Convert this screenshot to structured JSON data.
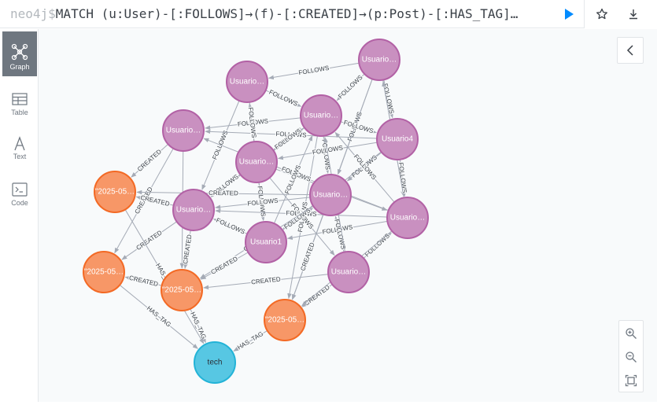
{
  "editor": {
    "prompt": "neo4j$",
    "query": "MATCH (u:User)-[:FOLLOWS]→(f)-[:CREATED]→(p:Post)-[:HAS_TAG]→(t:Tag)"
  },
  "toolbar": {
    "run_icon": "play-icon",
    "favorite_icon": "star-icon",
    "download_icon": "download-icon"
  },
  "sidebar": {
    "items": [
      {
        "label": "Graph",
        "icon": "graph-icon",
        "active": true
      },
      {
        "label": "Table",
        "icon": "table-icon",
        "active": false
      },
      {
        "label": "Text",
        "icon": "text-icon",
        "active": false
      },
      {
        "label": "Code",
        "icon": "code-icon",
        "active": false
      }
    ]
  },
  "colors": {
    "user_node": "#c990c0",
    "user_node_border": "#b261a5",
    "post_node": "#f79767",
    "post_node_border": "#f36924",
    "tag_node": "#57c7e3",
    "tag_node_border": "#23b3d7",
    "edge": "#a5abb6",
    "edge_label": "#3b4148",
    "active_sidebar": "#6f7780"
  },
  "graph": {
    "nodes": [
      {
        "id": "u_top",
        "type": "user",
        "caption": "Usuario…"
      },
      {
        "id": "u_a",
        "type": "user",
        "caption": "Usuario…"
      },
      {
        "id": "u_b",
        "type": "user",
        "caption": "Usuario…"
      },
      {
        "id": "u_c",
        "type": "user",
        "caption": "Usuario…"
      },
      {
        "id": "u4",
        "type": "user",
        "caption": "Usuario4"
      },
      {
        "id": "u_d",
        "type": "user",
        "caption": "Usuario…"
      },
      {
        "id": "u_e",
        "type": "user",
        "caption": "Usuario…"
      },
      {
        "id": "u_f",
        "type": "user",
        "caption": "Usuario…"
      },
      {
        "id": "u1",
        "type": "user",
        "caption": "Usuario1"
      },
      {
        "id": "u_g",
        "type": "user",
        "caption": "Usuario…"
      },
      {
        "id": "u_h",
        "type": "user",
        "caption": "Usuario…"
      },
      {
        "id": "p1",
        "type": "post",
        "caption": "\"2025-05…"
      },
      {
        "id": "p2",
        "type": "post",
        "caption": "\"2025-05…"
      },
      {
        "id": "p3",
        "type": "post",
        "caption": "\"2025-05…"
      },
      {
        "id": "p4",
        "type": "post",
        "caption": "\"2025-05…"
      },
      {
        "id": "tech",
        "type": "tag",
        "caption": "tech"
      }
    ],
    "edges": [
      {
        "from": "u_top",
        "to": "u_a",
        "type": "FOLLOWS"
      },
      {
        "from": "u_top",
        "to": "u_c",
        "type": "FOLLOWS"
      },
      {
        "from": "u_top",
        "to": "u4",
        "type": "FOLLOWS"
      },
      {
        "from": "u_top",
        "to": "u_f",
        "type": "FOLLOWS"
      },
      {
        "from": "u_top",
        "to": "u_g",
        "type": "FOLLOWS"
      },
      {
        "from": "u_top",
        "to": "p4",
        "type": "FOLLOWS"
      },
      {
        "from": "u_a",
        "to": "u_c",
        "type": "FOLLOWS"
      },
      {
        "from": "u_a",
        "to": "u_e",
        "type": "FOLLOWS"
      },
      {
        "from": "u_a",
        "to": "u1",
        "type": "FOLLOWS"
      },
      {
        "from": "u_c",
        "to": "u_b",
        "type": "FOLLOWS"
      },
      {
        "from": "u_c",
        "to": "u4",
        "type": "FOLLOWS"
      },
      {
        "from": "u_c",
        "to": "u_d",
        "type": "FOLLOWS"
      },
      {
        "from": "u_c",
        "to": "u_e",
        "type": "FOLLOWS"
      },
      {
        "from": "u_c",
        "to": "p4",
        "type": "FOLLOWS"
      },
      {
        "from": "u_c",
        "to": "u_f",
        "type": "FOLLOWS"
      },
      {
        "from": "u4",
        "to": "u_b",
        "type": "FOLLOWS"
      },
      {
        "from": "u4",
        "to": "u_d",
        "type": "FOLLOWS"
      },
      {
        "from": "u4",
        "to": "u_f",
        "type": "FOLLOWS"
      },
      {
        "from": "u4",
        "to": "u_g",
        "type": "FOLLOWS"
      },
      {
        "from": "u4",
        "to": "u1",
        "type": "FOLLOWS"
      },
      {
        "from": "u_d",
        "to": "u_e",
        "type": "FOLLOWS"
      },
      {
        "from": "u_d",
        "to": "u_c",
        "type": "FOLLOWS"
      },
      {
        "from": "u_d",
        "to": "u_g",
        "type": "FOLLOWS"
      },
      {
        "from": "u_d",
        "to": "u_h",
        "type": "FOLLOWS"
      },
      {
        "from": "u_d",
        "to": "u1",
        "type": "FOLLOWS"
      },
      {
        "from": "u_d",
        "to": "u_a",
        "type": "FOLLOWS"
      },
      {
        "from": "u_g",
        "to": "u1",
        "type": "FOLLOWS"
      },
      {
        "from": "u_g",
        "to": "u_b",
        "type": "FOLLOWS"
      },
      {
        "from": "u_g",
        "to": "u_e",
        "type": "FOLLOWS"
      },
      {
        "from": "u_g",
        "to": "u_top",
        "type": "FOLLOWS"
      },
      {
        "from": "u_g",
        "to": "u_c",
        "type": "FOLLOWS"
      },
      {
        "from": "u1",
        "to": "u_f",
        "type": "FOLLOWS"
      },
      {
        "from": "u1",
        "to": "u_e",
        "type": "FOLLOWS"
      },
      {
        "from": "u1",
        "to": "u_c",
        "type": "FOLLOWS"
      },
      {
        "from": "u_h",
        "to": "u_f",
        "type": "FOLLOWS"
      },
      {
        "from": "u_h",
        "to": "u_c",
        "type": "FOLLOWS"
      },
      {
        "from": "u_h",
        "to": "u_g",
        "type": "FOLLOWS"
      },
      {
        "from": "u_f",
        "to": "u_e",
        "type": "FOLLOWS"
      },
      {
        "from": "u_b",
        "to": "p1",
        "type": "CREATED"
      },
      {
        "from": "u_b",
        "to": "p2",
        "type": "CREATED"
      },
      {
        "from": "u_b",
        "to": "p3",
        "type": "CREATED"
      },
      {
        "from": "u_e",
        "to": "p1",
        "type": "CREATED"
      },
      {
        "from": "u_e",
        "to": "p2",
        "type": "CREATED"
      },
      {
        "from": "u_e",
        "to": "p3",
        "type": "CREATED"
      },
      {
        "from": "u_f",
        "to": "p3",
        "type": "CREATED"
      },
      {
        "from": "u_f",
        "to": "p1",
        "type": "CREATED"
      },
      {
        "from": "u1",
        "to": "p3",
        "type": "CREATED"
      },
      {
        "from": "u_h",
        "to": "p3",
        "type": "CREATED"
      },
      {
        "from": "u_h",
        "to": "p4",
        "type": "CREATED"
      },
      {
        "from": "u_g",
        "to": "p4",
        "type": "CREATED"
      },
      {
        "from": "u_f",
        "to": "p4",
        "type": "CREATED"
      },
      {
        "from": "p3",
        "to": "p2",
        "type": "CREATED"
      },
      {
        "from": "p2",
        "to": "tech",
        "type": "HAS_TAG"
      },
      {
        "from": "p3",
        "to": "tech",
        "type": "HAS_TAG"
      },
      {
        "from": "p1",
        "to": "tech",
        "type": "HAS_TAG"
      },
      {
        "from": "p4",
        "to": "tech",
        "type": "HAS_TAG"
      }
    ]
  }
}
